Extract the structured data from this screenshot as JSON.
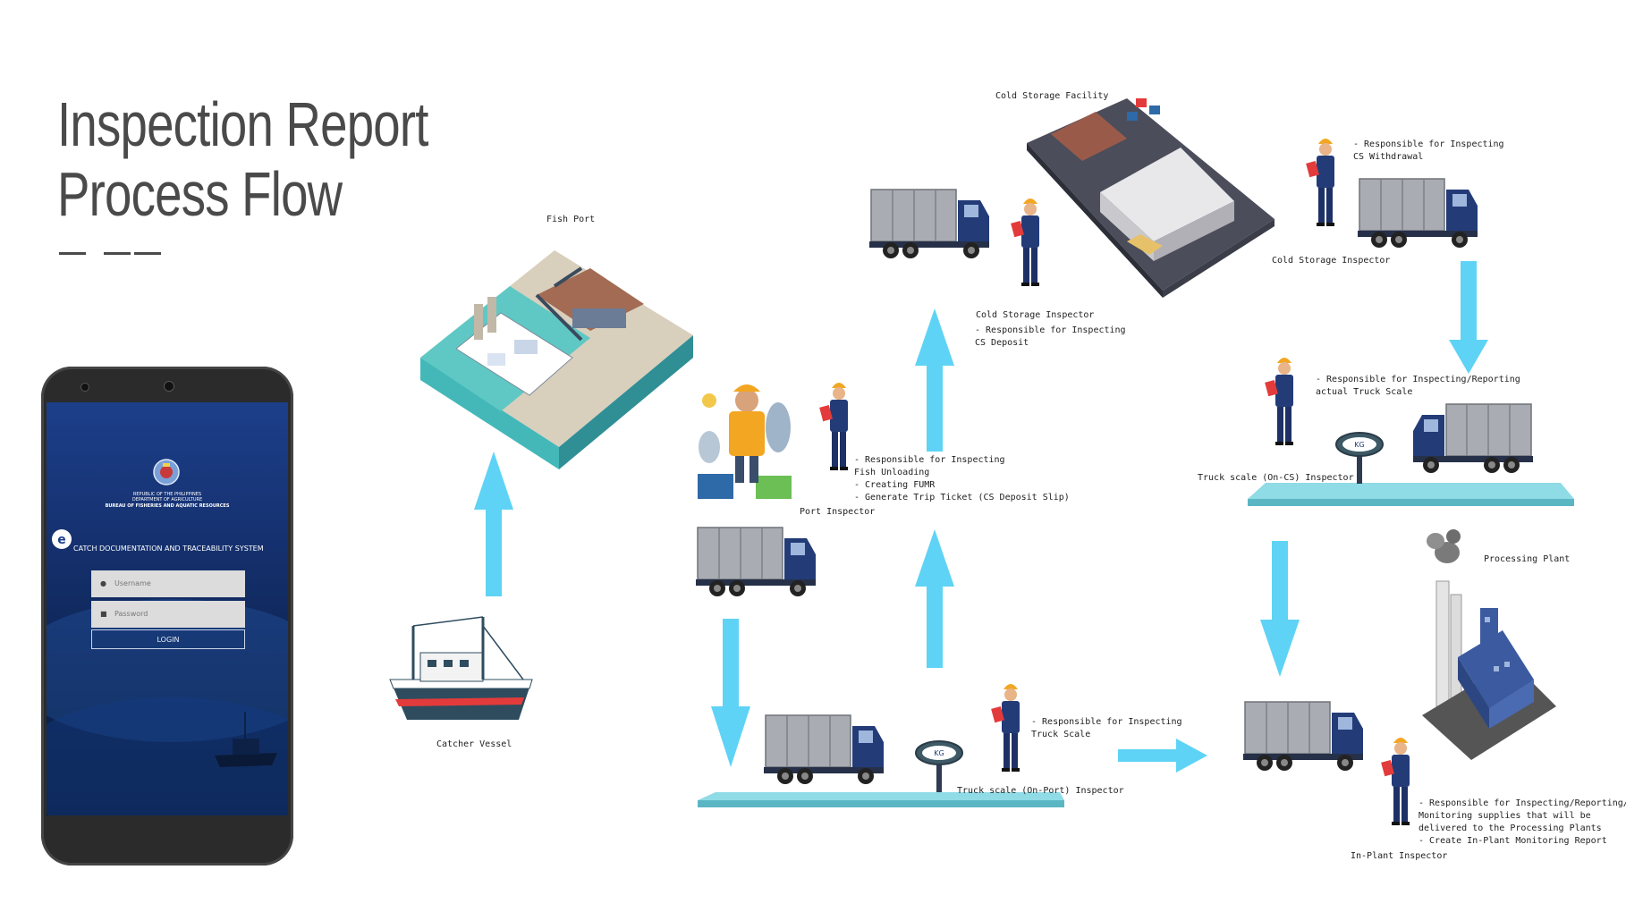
{
  "title": {
    "line1": "Inspection Report",
    "line2": "Process Flow"
  },
  "phone": {
    "header_line1": "REPUBLIC OF THE PHILIPPINES",
    "header_line2": "DEPARTMENT OF AGRICULTURE",
    "header_line3": "BUREAU OF FISHERIES AND AQUATIC RESOURCES",
    "system_name": "CATCH DOCUMENTATION AND TRACEABILITY SYSTEM",
    "username_placeholder": "Username",
    "password_placeholder": "Password",
    "login_label": "LOGIN"
  },
  "nodes": {
    "fish_port": "Fish Port",
    "catcher_vessel": "Catcher Vessel",
    "port_inspector": "Port Inspector",
    "port_inspector_duties": [
      "- Responsible for Inspecting",
      "  Fish Unloading",
      "- Creating FUMR",
      "- Generate Trip Ticket (CS Deposit Slip)"
    ],
    "cold_storage_facility": "Cold Storage Facility",
    "cs_inspector_deposit": "Cold Storage Inspector",
    "cs_inspector_deposit_duties": [
      "- Responsible for Inspecting",
      "  CS Deposit"
    ],
    "cs_inspector_withdrawal_duties": [
      "- Responsible for Inspecting",
      "  CS Withdrawal"
    ],
    "cs_inspector_withdrawal": "Cold Storage Inspector",
    "truck_scale_oncs_duties": [
      "- Responsible for Inspecting/Reporting",
      "  actual Truck Scale"
    ],
    "truck_scale_oncs": "Truck scale (On-CS) Inspector",
    "truck_scale_onport_duties": [
      "- Responsible for Inspecting",
      "  Truck Scale"
    ],
    "truck_scale_onport": "Truck scale (On-Port) Inspector",
    "processing_plant": "Processing Plant",
    "inplant_duties": [
      "- Responsible for Inspecting/Reporting/",
      "  Monitoring supplies that will be",
      "  delivered to the Processing Plants",
      "- Create In-Plant Monitoring Report"
    ],
    "inplant_inspector": "In-Plant Inspector",
    "scale_unit": "KG"
  },
  "colors": {
    "arrow": "#5fd3f5",
    "truck_cab": "#233c78",
    "truck_box": "#a9adb3",
    "platform": "#8fdbe6",
    "title": "#4a4a4a"
  },
  "icons": [
    "fish-port-icon",
    "catcher-vessel-icon",
    "truck-icon",
    "inspector-icon",
    "truck-scale-icon",
    "cold-storage-icon",
    "processing-plant-icon",
    "fisherman-icon"
  ]
}
